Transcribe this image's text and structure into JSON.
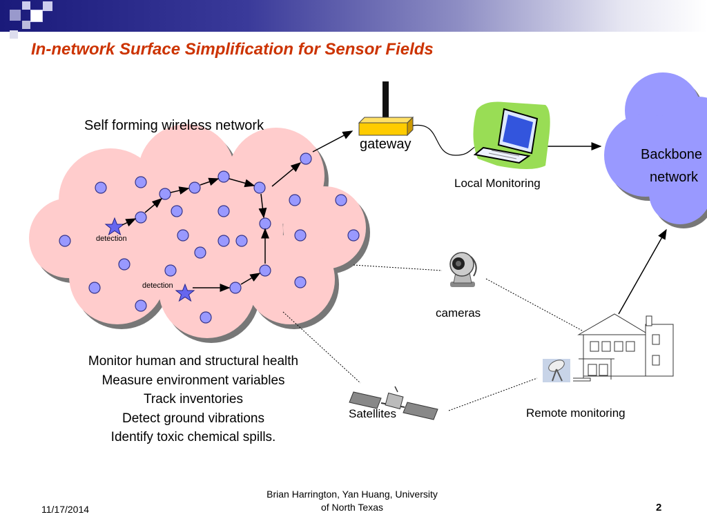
{
  "slide": {
    "title": "In-network Surface Simplification for Sensor Fields"
  },
  "diagram": {
    "network_label": "Self forming wireless network",
    "gateway_label": "gateway",
    "local_monitoring_label": "Local Monitoring",
    "backbone_label_line1": "Backbone",
    "backbone_label_line2": "network",
    "cameras_label": "cameras",
    "satellites_label": "Satellites",
    "remote_monitoring_label": "Remote monitoring",
    "detection_label_1": "detection",
    "detection_label_2": "detection",
    "colors": {
      "cloud_fill": "#ffcccc",
      "backbone_fill": "#9999ff",
      "node_fill": "#9999ff",
      "gateway_fill": "#ffcc00",
      "title_color": "#cc3300"
    }
  },
  "applications": [
    "Monitor human and structural health",
    "Measure environment variables",
    "Track inventories",
    "Detect ground vibrations",
    "Identify toxic chemical spills."
  ],
  "footer": {
    "date": "11/17/2014",
    "author_line1": "Brian Harrington, Yan Huang, University",
    "author_line2": "of North Texas",
    "page_number": "2"
  }
}
